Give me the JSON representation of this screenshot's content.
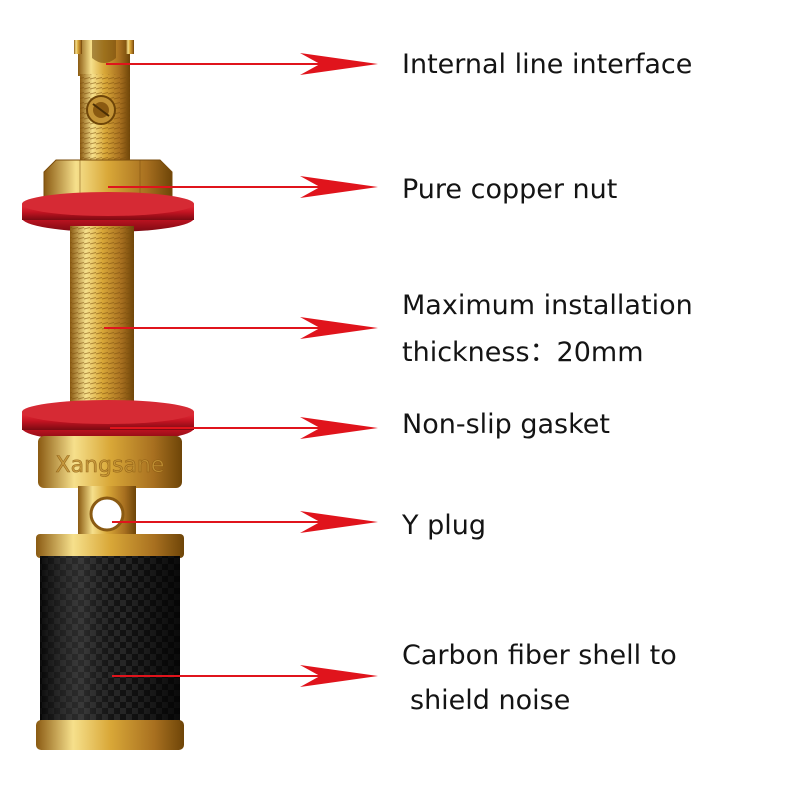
{
  "annotations": [
    {
      "id": "internal-line-interface",
      "lines": [
        "Internal line interface"
      ]
    },
    {
      "id": "pure-copper-nut",
      "lines": [
        "Pure copper nut"
      ]
    },
    {
      "id": "maximum-installation-thickness",
      "lines": [
        "Maximum installation",
        "thickness：20mm"
      ]
    },
    {
      "id": "non-slip-gasket",
      "lines": [
        "Non-slip gasket"
      ]
    },
    {
      "id": "y-plug",
      "lines": [
        "Y plug"
      ]
    },
    {
      "id": "carbon-fiber-shell",
      "lines": [
        "Carbon fiber shell to",
        "shield noise"
      ]
    }
  ],
  "product": {
    "brand_engraving": "Xangsane"
  },
  "colors": {
    "gold_light": "#f6e08c",
    "gold_mid": "#d9a838",
    "gold_dark": "#8a5a12",
    "gasket_red": "#c41422",
    "gasket_dark": "#7a0a12",
    "carbon": "#161616",
    "arrow_red": "#e0141c",
    "text": "#141414"
  }
}
